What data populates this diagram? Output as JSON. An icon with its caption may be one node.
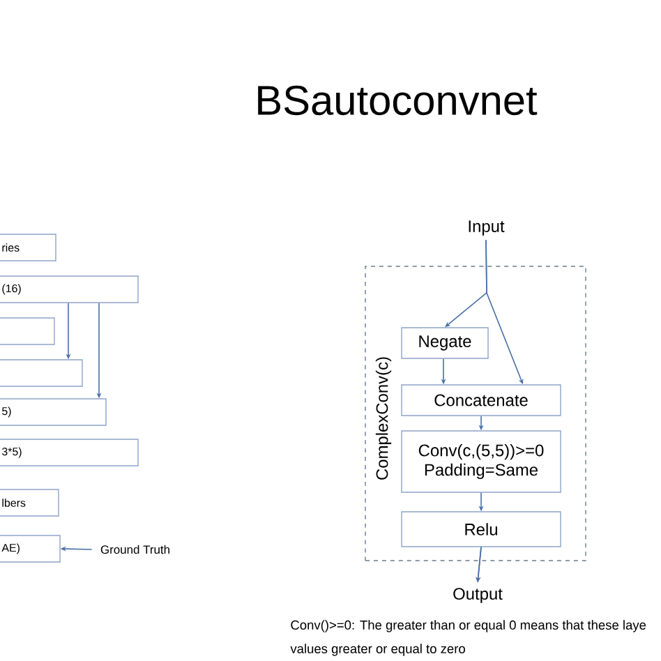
{
  "diagram": {
    "title": "BSautoconvnet",
    "nodes": [
      {
        "text": [
          "ries"
        ]
      },
      {
        "text": [
          "(16)"
        ]
      },
      {
        "text": [],
        "shape": "box"
      },
      {
        "text": [],
        "shape": "box"
      },
      {
        "text": [
          "5)"
        ]
      },
      {
        "text": [
          "3*5)"
        ]
      },
      {
        "text": [
          "lbers"
        ]
      },
      {
        "text": [
          "AE)"
        ]
      },
      {
        "text": [
          "Ground Truth"
        ]
      },
      {
        "text": [
          "Input"
        ]
      },
      {
        "text": [
          "ComplexConv(c)"
        ]
      },
      {
        "text": [
          "Negate"
        ],
        "in": 10
      },
      {
        "text": [
          "Concatenate"
        ],
        "in": 10
      },
      {
        "text": [
          "Conv(c,(5,5))>=0 Padding=Same"
        ],
        "in": 10
      },
      {
        "text": [
          "Relu"
        ],
        "in": 10
      },
      {
        "text": [
          "Output"
        ]
      }
    ],
    "edges": [
      {
        "from": 1,
        "to": 3,
        "arrow": "to"
      },
      {
        "from": 1,
        "to": 4,
        "arrow": "to"
      },
      {
        "from": 8,
        "to": 7,
        "arrow": "to"
      },
      {
        "from": 9,
        "to": 11,
        "arrow": "to"
      },
      {
        "from": 9,
        "to": 12,
        "arrow": "to"
      },
      {
        "from": 11,
        "to": 12,
        "arrow": "to"
      },
      {
        "from": 12,
        "to": 13,
        "arrow": "to"
      },
      {
        "from": 13,
        "to": 14,
        "arrow": "to"
      },
      {
        "from": 14,
        "to": 15,
        "arrow": "to"
      },
      {
        "from": 10,
        "to": 15,
        "arrow": "to"
      }
    ],
    "labels": [
      "Conv()>=0: The greater than or equal 0 means that these laye",
      "values greater or equal to zero"
    ]
  }
}
